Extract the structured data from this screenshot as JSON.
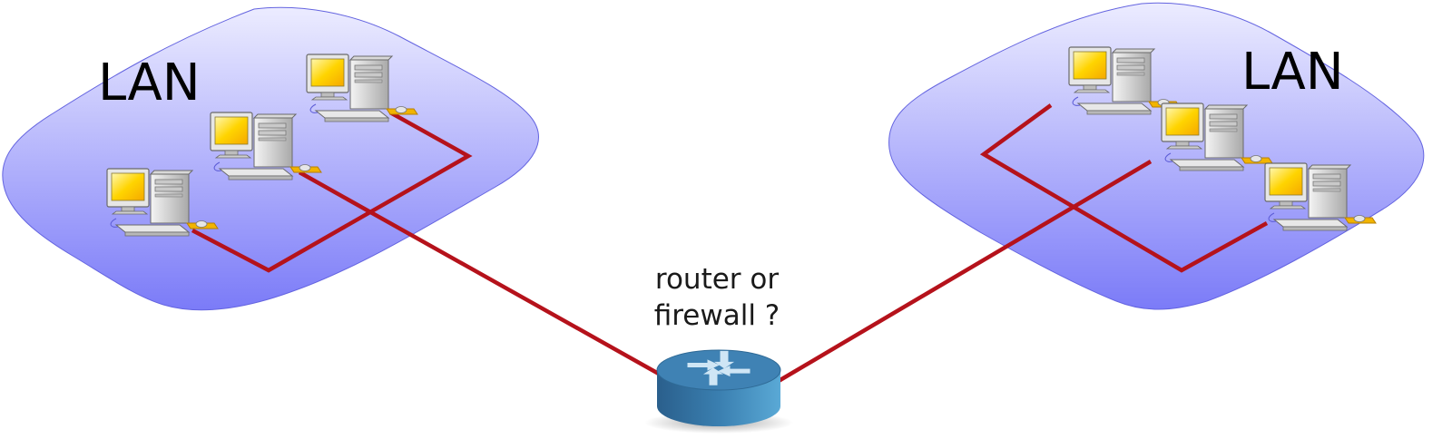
{
  "lans": [
    {
      "label": "LAN"
    },
    {
      "label": "LAN"
    }
  ],
  "router": {
    "label_line1": "router or",
    "label_line2": "firewall ?",
    "icon": "router-icon"
  },
  "colors": {
    "lan_fill_top": "#e9e9ff",
    "lan_fill_bottom": "#7d7dfa",
    "lan_outline": "#5a5ad8",
    "cable": "#b5121b",
    "router_body": "#3b7aa8",
    "router_top": "#3f85b8",
    "screen": "#ffd200",
    "port": "#f2b400"
  }
}
